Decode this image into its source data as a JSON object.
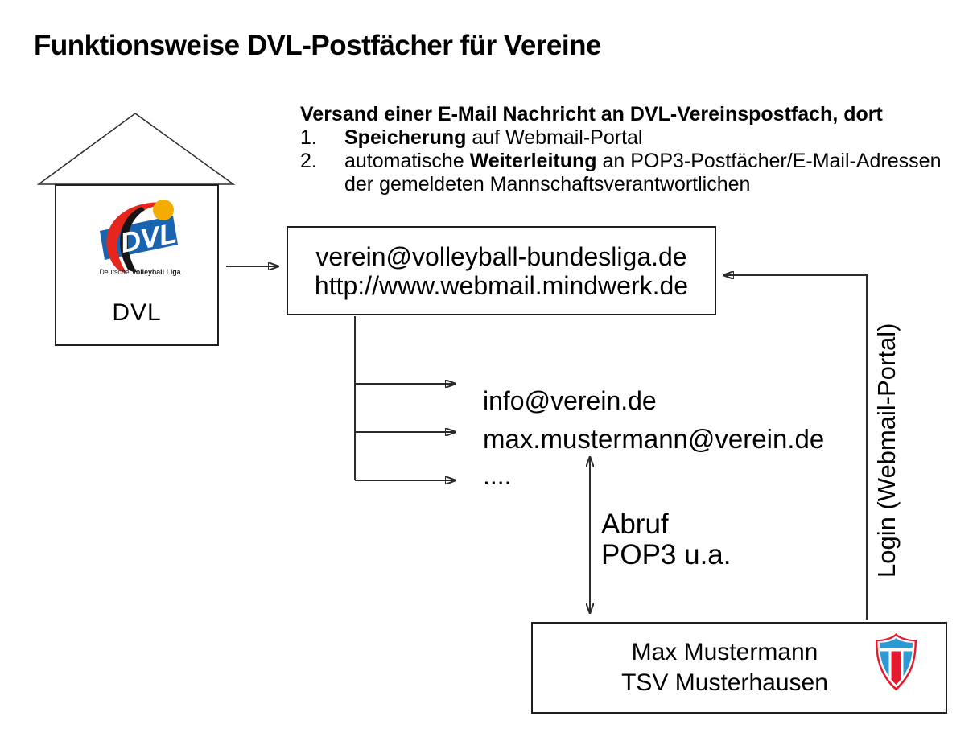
{
  "title": "Funktionsweise DVL-Postfächer für Vereine",
  "info": {
    "heading": "Versand einer E-Mail Nachricht an DVL-Vereinspostfach, dort",
    "items": [
      {
        "number": "1.",
        "pre": "",
        "bold": "Speicherung",
        "post": " auf Webmail-Portal",
        "line2": ""
      },
      {
        "number": "2.",
        "pre": "automatische ",
        "bold": "Weiterleitung",
        "post": " an POP3-Postfächer/E-Mail-Adressen",
        "line2": "der gemeldeten Mannschaftsverantwortlichen"
      }
    ]
  },
  "dvl": {
    "label": "DVL",
    "logo_text": "DVL",
    "logo_caption_regular": "Deutsche",
    "logo_caption_bold": "Volleyball Liga"
  },
  "mailbox": {
    "line1": "verein@volleyball-bundesliga.de",
    "line2": "http://www.webmail.mindwerk.de"
  },
  "forward_targets": [
    "info@verein.de",
    "max.mustermann@verein.de",
    "...."
  ],
  "abruf": {
    "line1": "Abruf",
    "line2": "POP3 u.a."
  },
  "login_label": "Login (Webmail-Portal)",
  "club": {
    "line1": "Max Mustermann",
    "line2": "TSV Musterhausen"
  },
  "colors": {
    "line": "#2b2b2b",
    "text": "#000000",
    "logo_blue": "#1A63AE",
    "logo_red": "#E6251C",
    "logo_yellow": "#F4AC00",
    "logo_black": "#161616",
    "logo_white": "#FFFFFF",
    "crest_blue": "#2D9AD5",
    "crest_red": "#E5192E"
  }
}
